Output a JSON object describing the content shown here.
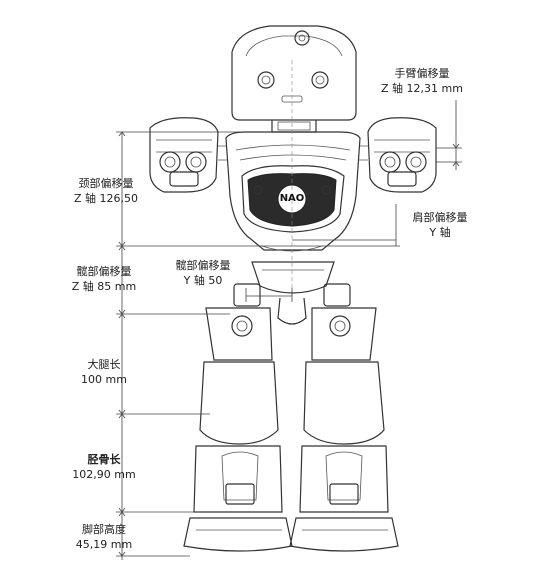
{
  "labels": {
    "arm_offset": {
      "name": "手臂偏移量",
      "value": "Z 轴  12,31 mm"
    },
    "neck_offset": {
      "name": "颈部偏移量",
      "value": "Z 轴  126,50"
    },
    "shoulder_offset": {
      "name": "肩部偏移量",
      "value": "Y 轴"
    },
    "hip_offset_z": {
      "name": "髋部偏移量",
      "value": "Z 轴  85 mm"
    },
    "hip_offset_y": {
      "name": "髋部偏移量",
      "value": "Y 轴  50"
    },
    "thigh_length": {
      "name": "大腿长",
      "value": "100 mm"
    },
    "tibia_length": {
      "name": "胫骨长",
      "value": "102,90 mm"
    },
    "foot_height": {
      "name": "脚部高度",
      "value": "45,19 mm"
    }
  },
  "logo": "NAO"
}
